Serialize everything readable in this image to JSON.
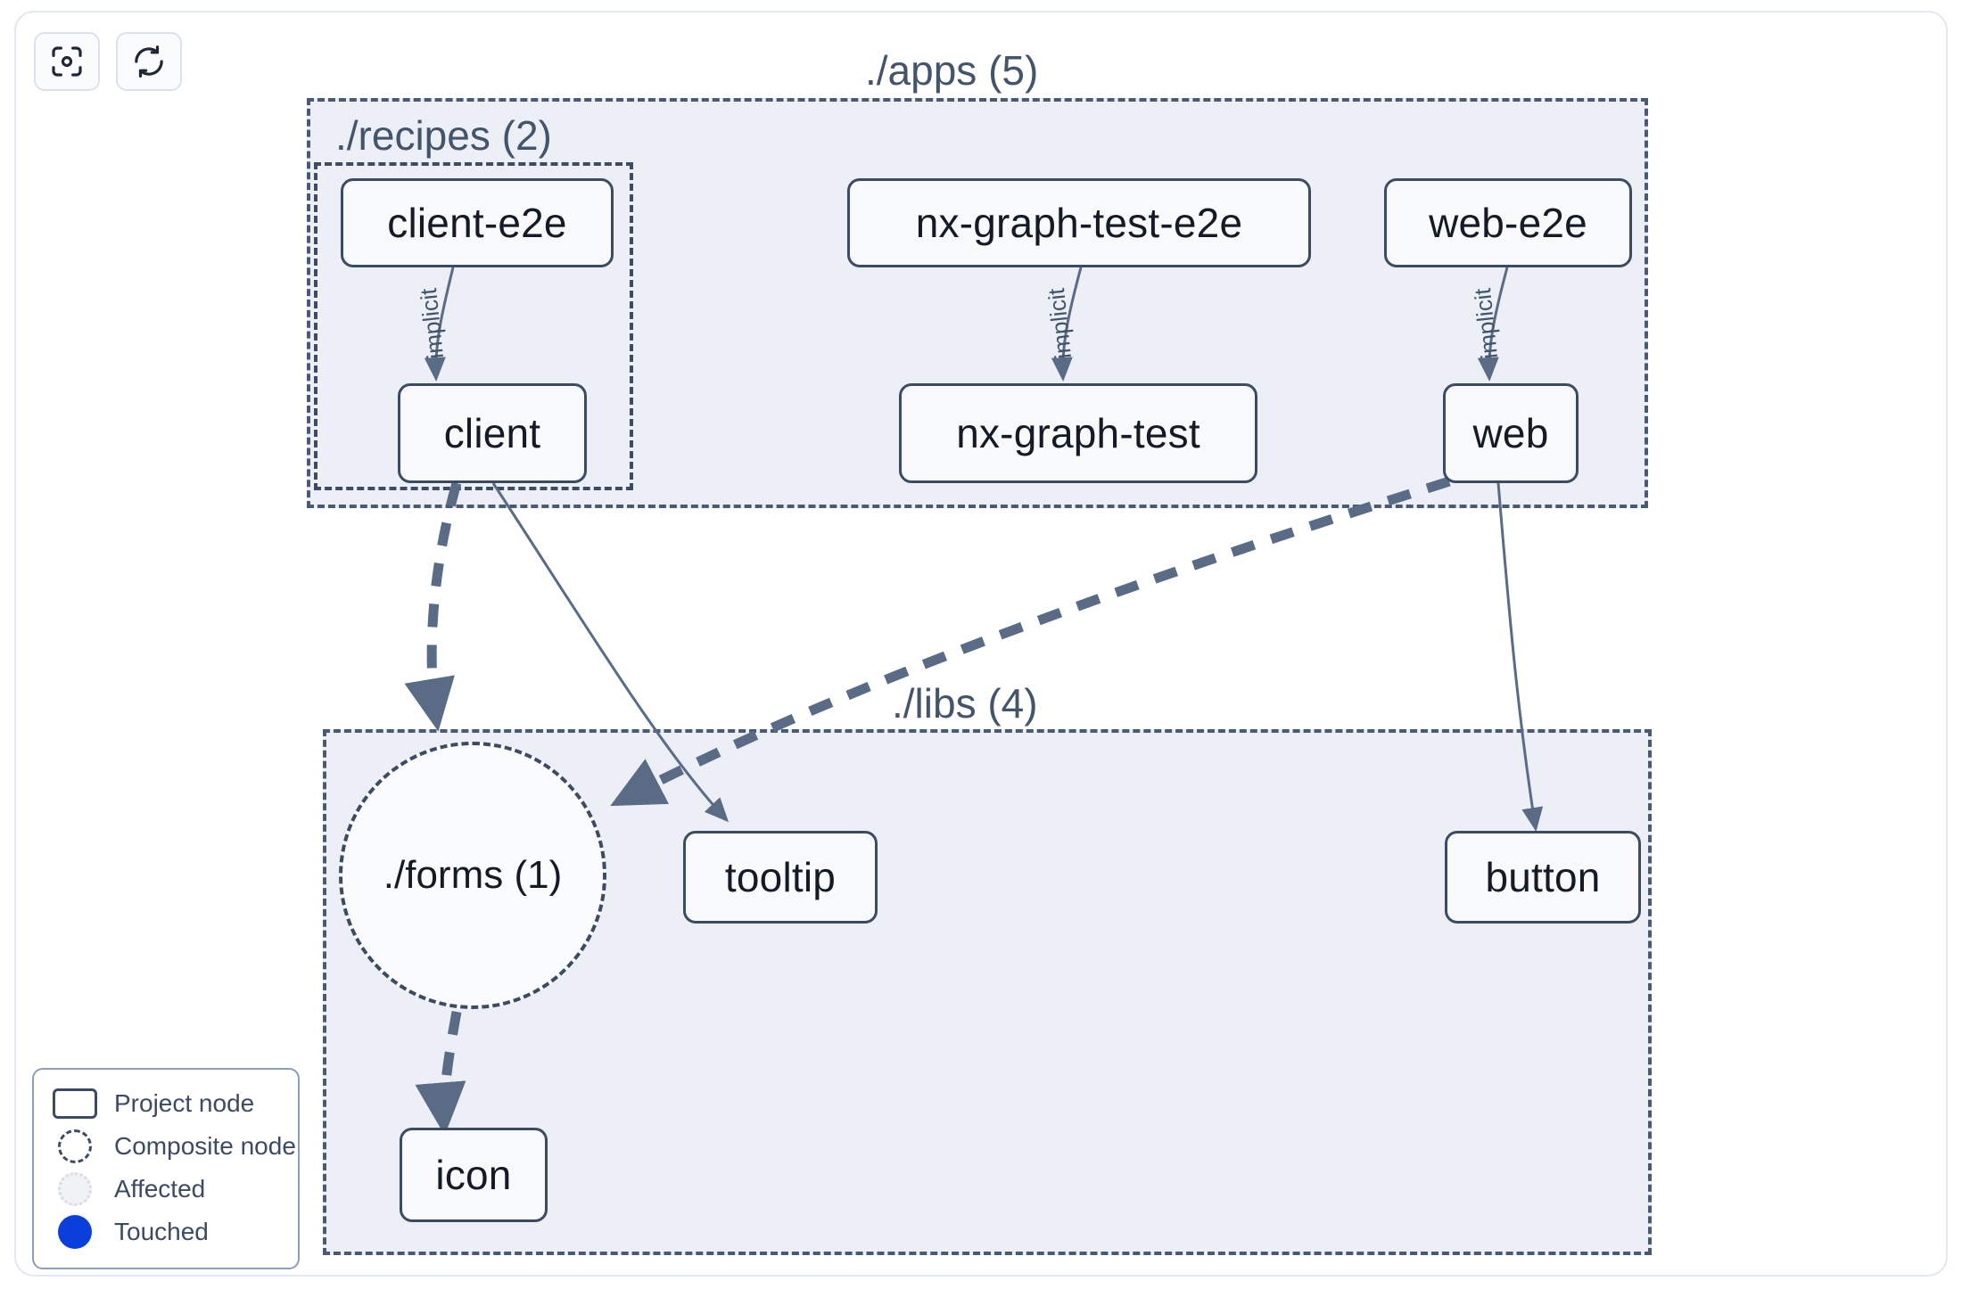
{
  "toolbar": {
    "buttons": [
      {
        "name": "focus-target-icon",
        "title": "Focus graph"
      },
      {
        "name": "refresh-icon",
        "title": "Refresh graph"
      }
    ]
  },
  "graph": {
    "groups": [
      {
        "id": "apps",
        "label": "./apps (5)"
      },
      {
        "id": "recipes",
        "label": "./recipes (2)"
      },
      {
        "id": "libs",
        "label": "./libs (4)"
      }
    ],
    "nodes": [
      {
        "id": "client-e2e",
        "label": "client-e2e",
        "type": "project"
      },
      {
        "id": "nx-graph-test-e2e",
        "label": "nx-graph-test-e2e",
        "type": "project"
      },
      {
        "id": "web-e2e",
        "label": "web-e2e",
        "type": "project"
      },
      {
        "id": "client",
        "label": "client",
        "type": "project"
      },
      {
        "id": "nx-graph-test",
        "label": "nx-graph-test",
        "type": "project"
      },
      {
        "id": "web",
        "label": "web",
        "type": "project"
      },
      {
        "id": "forms",
        "label": "./forms (1)",
        "type": "composite"
      },
      {
        "id": "tooltip",
        "label": "tooltip",
        "type": "project"
      },
      {
        "id": "button",
        "label": "button",
        "type": "project"
      },
      {
        "id": "icon",
        "label": "icon",
        "type": "project"
      }
    ],
    "edges": [
      {
        "from": "client-e2e",
        "to": "client",
        "label": "implicit",
        "style": "solid"
      },
      {
        "from": "nx-graph-test-e2e",
        "to": "nx-graph-test",
        "label": "implicit",
        "style": "solid"
      },
      {
        "from": "web-e2e",
        "to": "web",
        "label": "implicit",
        "style": "solid"
      },
      {
        "from": "client",
        "to": "forms",
        "label": "",
        "style": "dashed"
      },
      {
        "from": "client",
        "to": "tooltip",
        "label": "",
        "style": "solid"
      },
      {
        "from": "web",
        "to": "forms",
        "label": "",
        "style": "dashed"
      },
      {
        "from": "web",
        "to": "button",
        "label": "",
        "style": "solid"
      },
      {
        "from": "forms",
        "to": "icon",
        "label": "",
        "style": "dashed"
      }
    ],
    "edge_labels": {
      "implicit_1": "implicit",
      "implicit_2": "implicit",
      "implicit_3": "implicit"
    }
  },
  "legend": {
    "items": [
      {
        "label": "Project node",
        "swatch": "project-node-swatch"
      },
      {
        "label": "Composite node",
        "swatch": "composite-node-swatch"
      },
      {
        "label": "Affected",
        "swatch": "affected-swatch"
      },
      {
        "label": "Touched",
        "swatch": "touched-swatch"
      }
    ]
  },
  "colors": {
    "node_border": "#3c4b61",
    "node_fill": "#f7f9fb",
    "group_fill": "#eceff5",
    "group_border": "#4a5a73",
    "edge": "#5a6b85",
    "touched": "#0a3fdb",
    "text": "#141a26",
    "label_text": "#44546b"
  }
}
